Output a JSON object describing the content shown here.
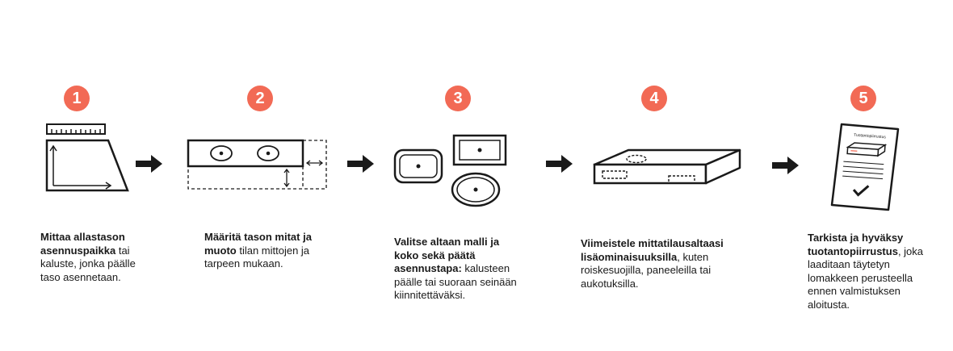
{
  "steps": [
    {
      "number": "1",
      "bold": "Mittaa allastason asennuspaikka",
      "text": " tai kaluste, jonka päälle taso asennetaan."
    },
    {
      "number": "2",
      "bold": "Määritä tason mitat ja muoto",
      "text": " tilan mittojen ja tarpeen mukaan."
    },
    {
      "number": "3",
      "bold": "Valitse altaan malli ja koko sekä päätä asennustapa:",
      "text": " kalusteen päälle tai suoraan seinään kiinnitettäväksi."
    },
    {
      "number": "4",
      "bold": "Viimeistele mittatilausaltaasi lisäominaisuuksilla",
      "text": ", kuten roiskesuojilla, paneeleilla tai aukotuksilla."
    },
    {
      "number": "5",
      "bold": "Tarkista ja hyväksy tuotantopiirrustus",
      "text": ", joka laaditaan täytetyn lomakkeen perusteella ennen valmistuksen aloitusta."
    }
  ],
  "document_label": "Tuotantopiirrustus",
  "colors": {
    "accent": "#f26a55",
    "ink": "#1a1a1a"
  }
}
